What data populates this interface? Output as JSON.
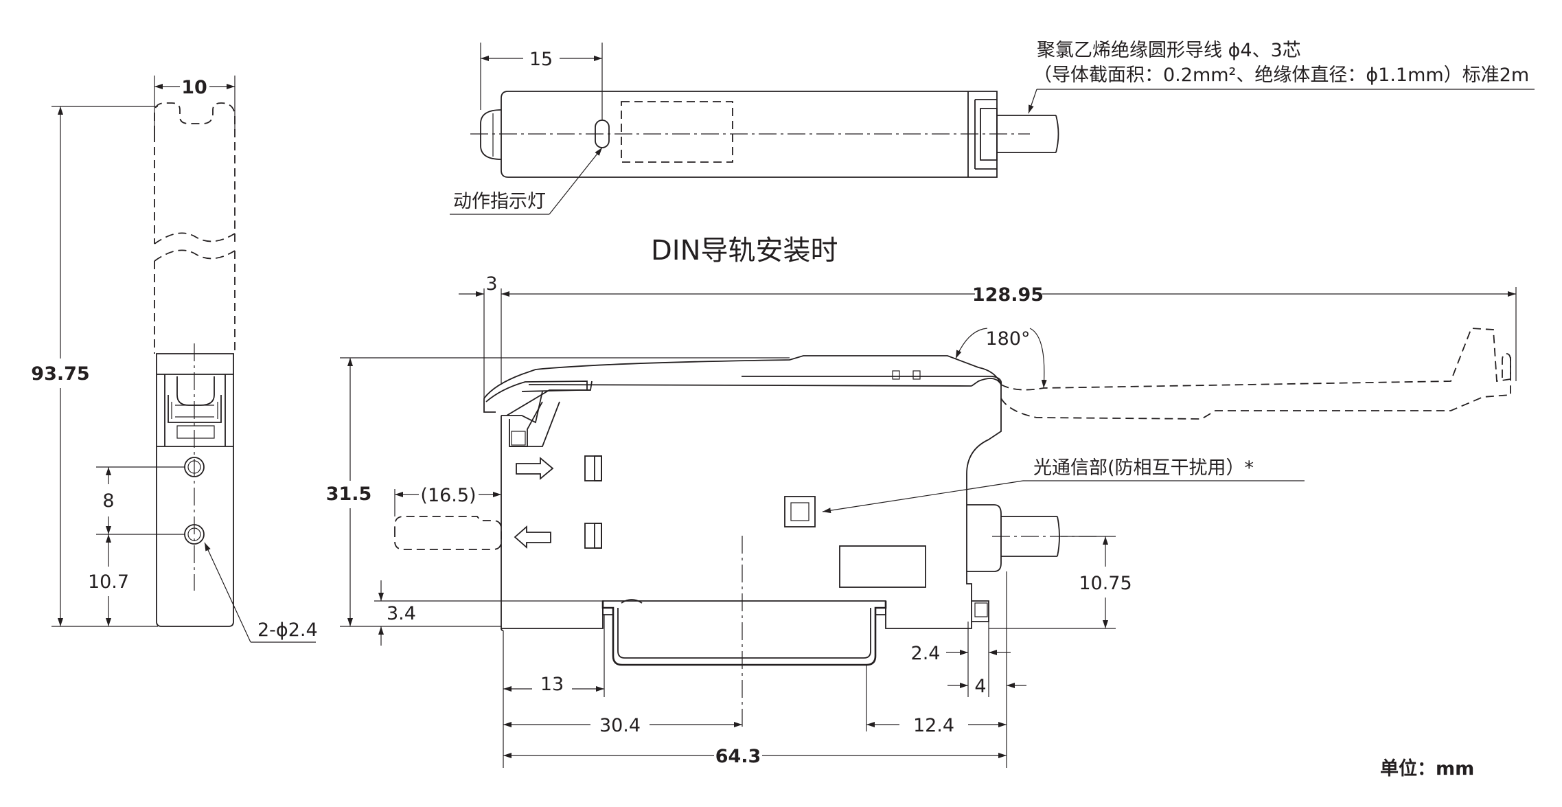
{
  "title_din": "DIN导轨安装时",
  "notes": {
    "cable_line1": "聚氯乙烯绝缘圆形导线 ϕ4、3芯",
    "cable_line2": "（导体截面积：0.2mm²、绝缘体直径：ϕ1.1mm）标准2m",
    "indicator": "动作指示灯",
    "optical": "光通信部(防相互干扰用）*",
    "unit": "单位：mm"
  },
  "dimensions": {
    "side_width": "10",
    "side_height": "93.75",
    "hole_pitch": "8",
    "hole_bottom": "10.7",
    "holes": "2-ϕ2.4",
    "top_15": "15",
    "front_3": "3",
    "total_length": "128.95",
    "cover_angle": "180°",
    "front_height": "31.5",
    "connector_offset": "(16.5)",
    "rail_height": "3.4",
    "rail_left": "13",
    "center_30": "30.4",
    "overall_width": "64.3",
    "right_2_4": "2.4",
    "right_4": "4",
    "right_12_4": "12.4",
    "cable_height": "10.75"
  }
}
